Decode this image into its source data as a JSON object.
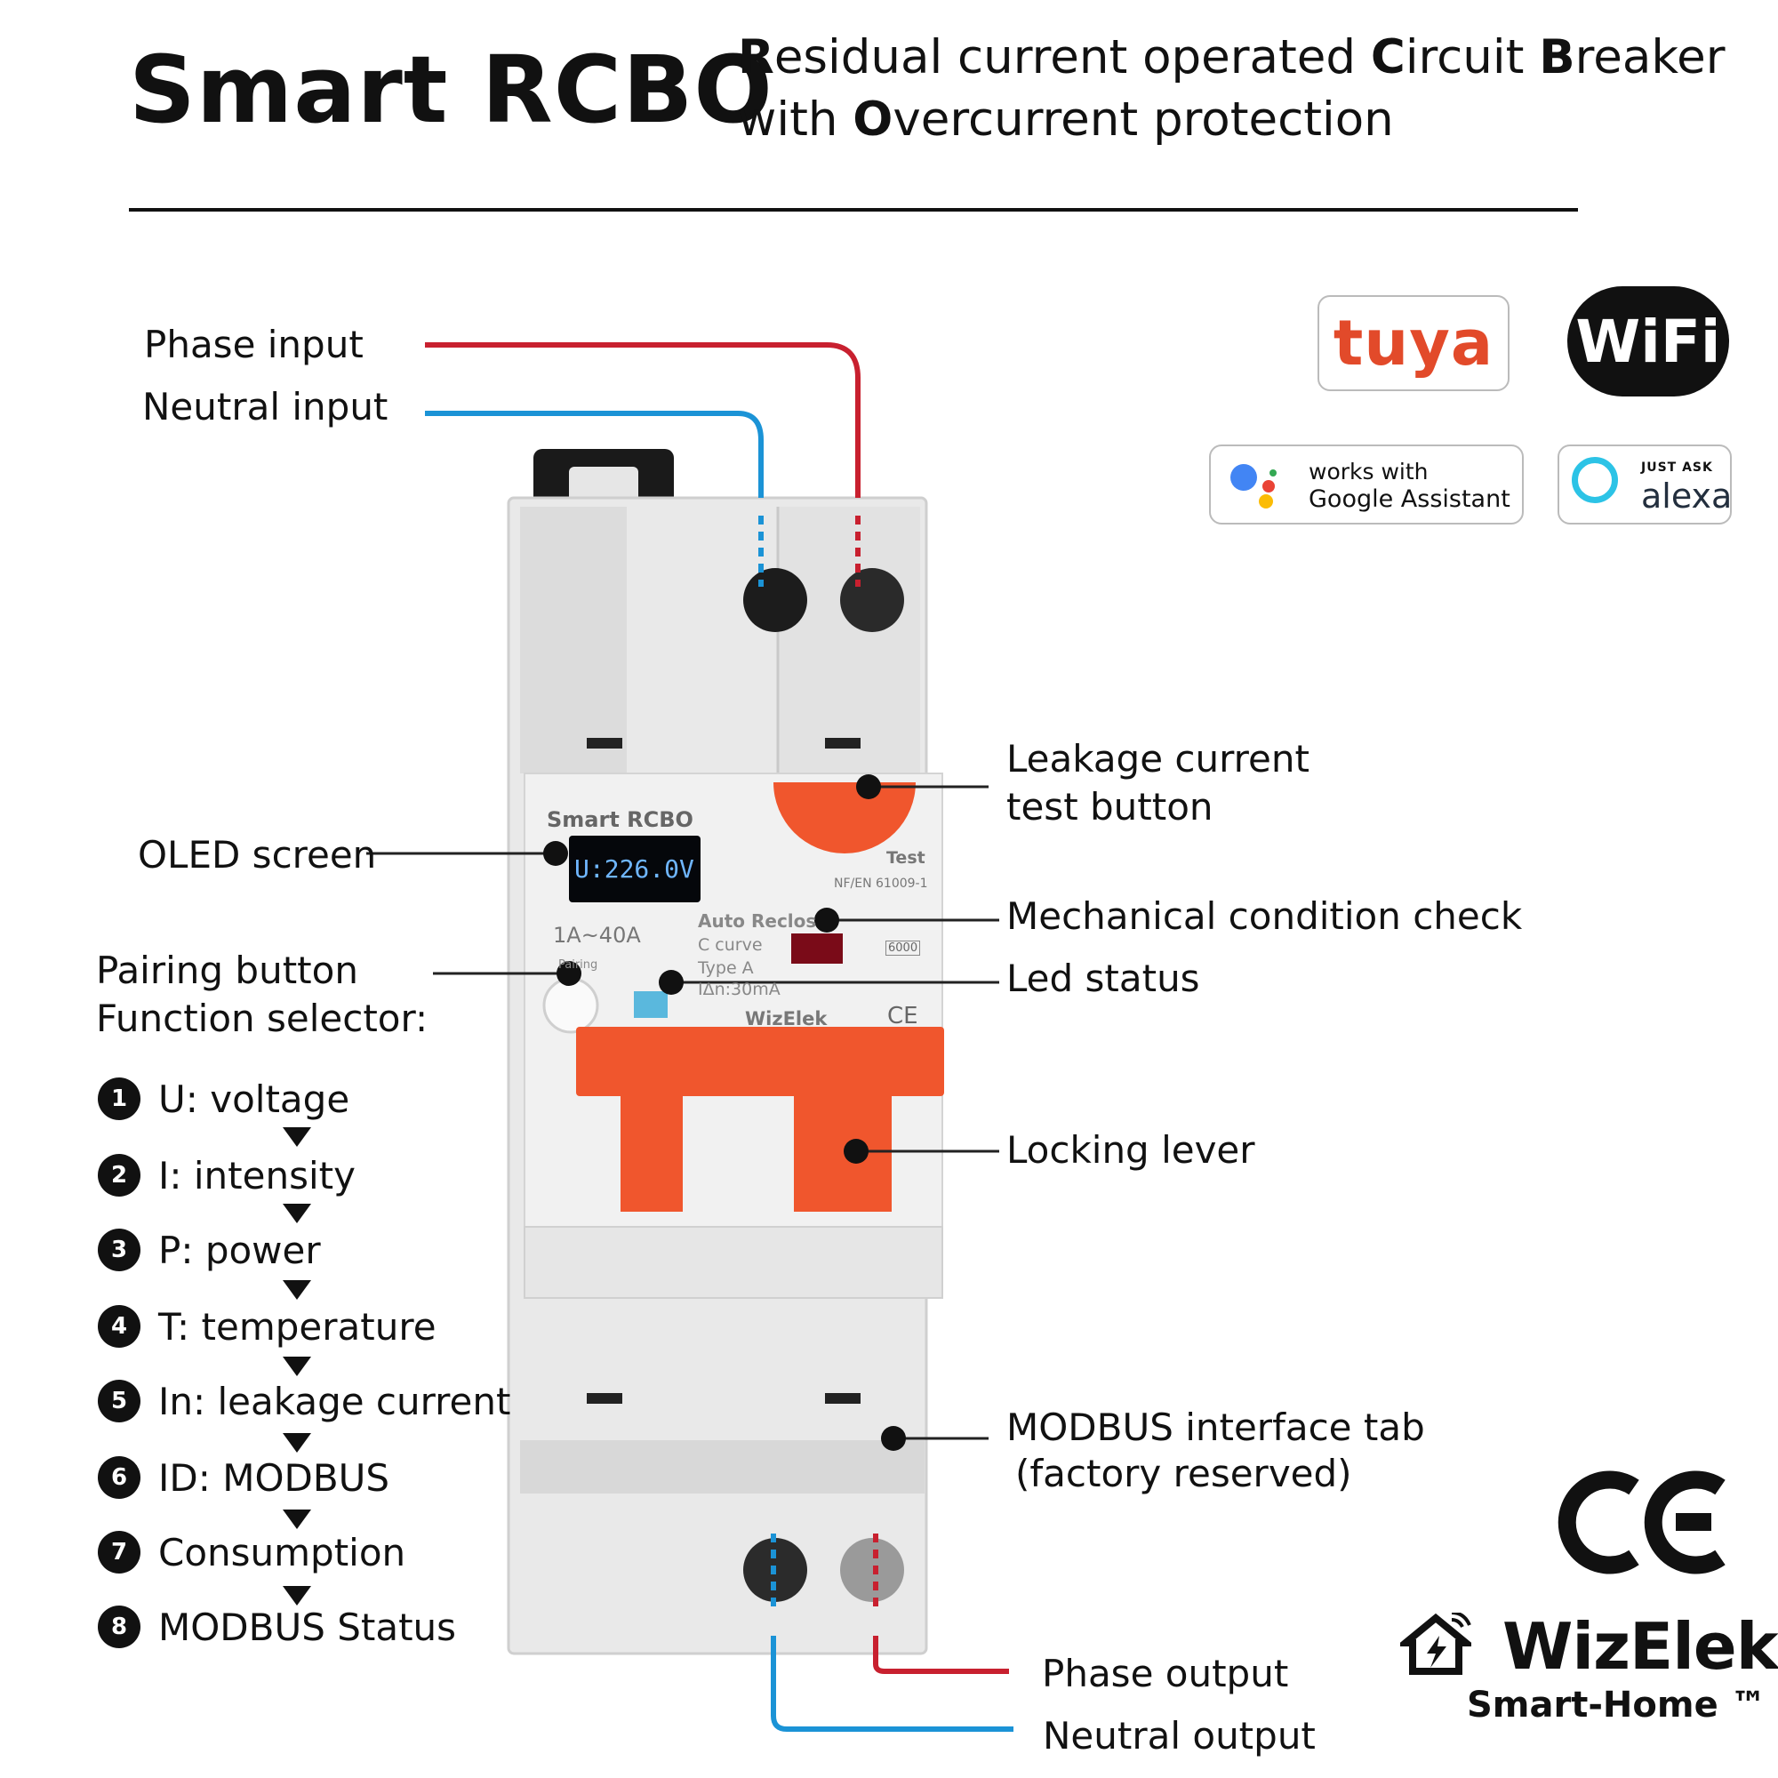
{
  "header": {
    "title": "Smart RCBO",
    "subtitle_line1_parts": [
      "R",
      "esidual current operated ",
      "C",
      "ircuit ",
      "B",
      "reaker"
    ],
    "subtitle_line2_parts": [
      "with ",
      "O",
      "vercurrent protection"
    ]
  },
  "wiring": {
    "phase_input": "Phase input",
    "neutral_input": "Neutral input",
    "phase_output": "Phase output",
    "neutral_output": "Neutral output"
  },
  "callouts": {
    "oled_screen": "OLED screen",
    "pairing_button": "Pairing button",
    "function_selector": "Function selector:",
    "leakage_line1": "Leakage current",
    "leakage_line2": "test button",
    "mechanical_check": "Mechanical condition check",
    "led_status": "Led status",
    "locking_lever": "Locking lever",
    "modbus_line1": "MODBUS interface tab",
    "modbus_line2": "(factory reserved)"
  },
  "functions": [
    {
      "num": "1",
      "label": "U: voltage"
    },
    {
      "num": "2",
      "label": "I: intensity"
    },
    {
      "num": "3",
      "label": "P: power"
    },
    {
      "num": "4",
      "label": "T: temperature"
    },
    {
      "num": "5",
      "label": "In: leakage current"
    },
    {
      "num": "6",
      "label": "ID: MODBUS"
    },
    {
      "num": "7",
      "label": "Consumption"
    },
    {
      "num": "8",
      "label": "MODBUS Status"
    }
  ],
  "device": {
    "brand_label": "Smart RCBO",
    "oled_reading": "U:226.0V",
    "rating": "1A~40A",
    "pairing_small": "Pairing",
    "auto_reclose": "Auto Reclos",
    "curve": "C curve",
    "type": "Type A",
    "leak_rating": "IΔn:30mA",
    "test_label": "Test",
    "standard": "NF/EN 61009-1",
    "capacity": "6000",
    "maker": "WizElek",
    "ce_small": "CE"
  },
  "badges": {
    "tuya": "tuya",
    "wifi": "WiFi",
    "google_line1": "works with",
    "google_line2": "Google Assistant",
    "alexa_line1": "JUST ASK",
    "alexa_line2": "alexa"
  },
  "footer": {
    "ce_mark": "CE",
    "brand": "WizElek",
    "tagline": "Smart-Home ™"
  },
  "colors": {
    "phase": "#c8202f",
    "neutral": "#1b93d6",
    "accent_orange": "#f0562d",
    "tuya_red": "#e24a2a"
  }
}
